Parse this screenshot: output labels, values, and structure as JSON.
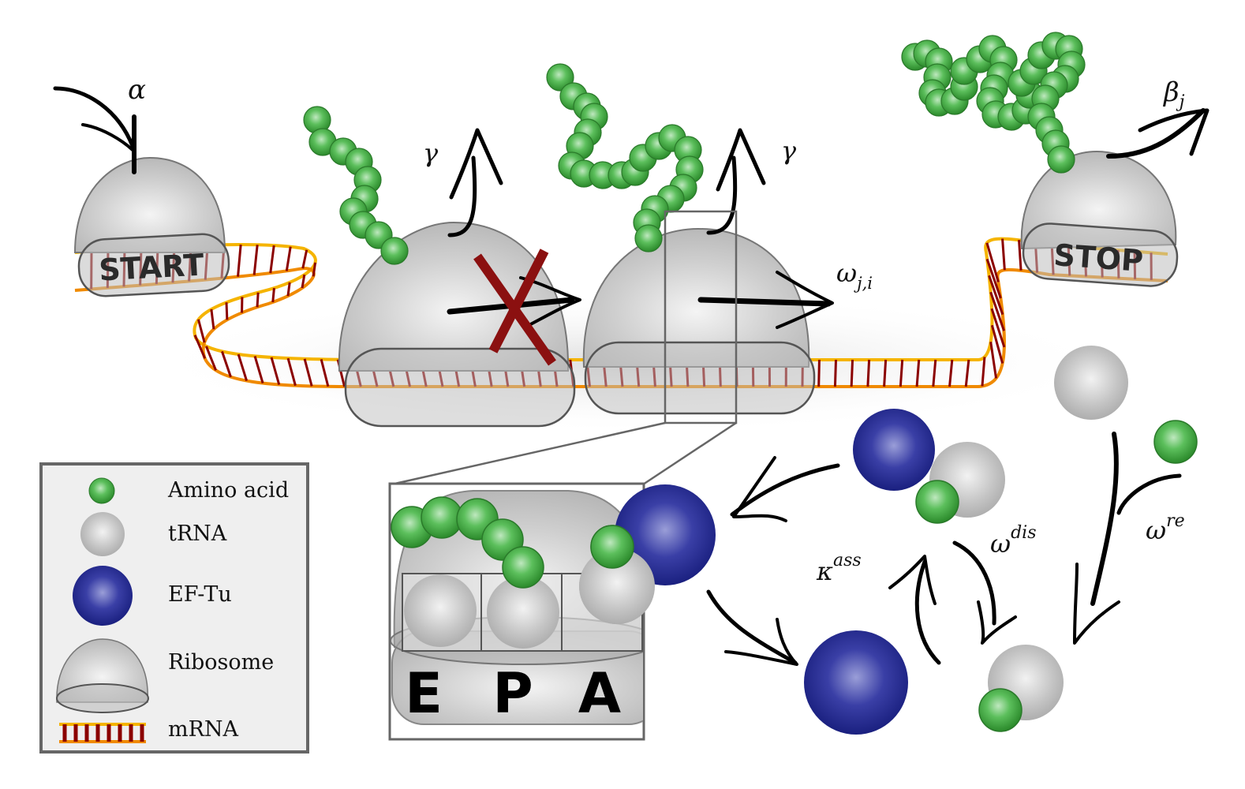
{
  "figure": {
    "title": "Ribosome translation model with tRNA / EF-Tu recycling",
    "colors": {
      "amino_acid": "#3aa03a",
      "trna": "#bdbdbd",
      "ef_tu": "#1f2a8c",
      "ribosome": "#c8c8c8",
      "mrna_backbone": "#f5a623",
      "mrna_rungs": "#8b0000",
      "blocked_cross": "#8b1010"
    }
  },
  "codons": {
    "start": "START",
    "stop": "STOP"
  },
  "rates": {
    "initiation": {
      "symbol": "α",
      "sub": "",
      "sup": ""
    },
    "termination": {
      "symbol": "β",
      "sub": "j",
      "sup": ""
    },
    "drop_off_left": {
      "symbol": "γ",
      "sub": "",
      "sup": ""
    },
    "drop_off_right": {
      "symbol": "γ",
      "sub": "",
      "sup": ""
    },
    "elongation": {
      "symbol": "ω",
      "sub": "j,i",
      "sup": ""
    },
    "association": {
      "symbol": "κ",
      "sub": "",
      "sup": "ass"
    },
    "dissociation": {
      "symbol": "ω",
      "sub": "",
      "sup": "dis"
    },
    "recharging": {
      "symbol": "ω",
      "sub": "",
      "sup": "re"
    }
  },
  "inset": {
    "sites": [
      "E",
      "P",
      "A"
    ]
  },
  "legend": {
    "items": [
      {
        "label": "Amino acid",
        "icon": "amino-acid-icon"
      },
      {
        "label": "tRNA",
        "icon": "trna-icon"
      },
      {
        "label": "EF-Tu",
        "icon": "ef-tu-icon"
      },
      {
        "label": "Ribosome",
        "icon": "ribosome-icon"
      },
      {
        "label": "mRNA",
        "icon": "mrna-icon"
      }
    ]
  }
}
